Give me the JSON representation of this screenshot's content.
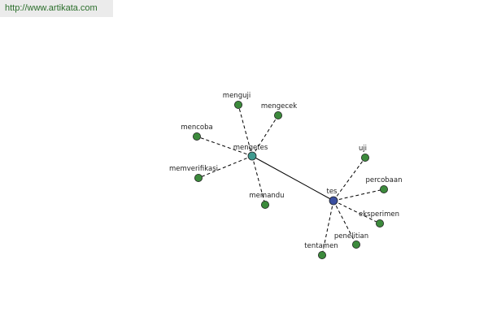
{
  "source_url": "http://www.artikata.com",
  "colors": {
    "hub_main": "#3a4fa0",
    "hub_secondary": "#3f9a8f",
    "leaf": "#3c8a3c",
    "source_text": "#2a6e2a"
  },
  "nodes": [
    {
      "id": "tes",
      "label": "tes",
      "kind": "hub_main"
    },
    {
      "id": "mengetes",
      "label": "mengetes",
      "kind": "hub_secondary"
    },
    {
      "id": "menguji",
      "label": "menguji",
      "kind": "leaf"
    },
    {
      "id": "mengecek",
      "label": "mengecek",
      "kind": "leaf"
    },
    {
      "id": "mencoba",
      "label": "mencoba",
      "kind": "leaf"
    },
    {
      "id": "memverifikasi",
      "label": "memverifikasi",
      "kind": "leaf"
    },
    {
      "id": "memandu",
      "label": "memandu",
      "kind": "leaf"
    },
    {
      "id": "uji",
      "label": "uji",
      "kind": "leaf"
    },
    {
      "id": "percobaan",
      "label": "percobaan",
      "kind": "leaf"
    },
    {
      "id": "eksperimen",
      "label": "eksperimen",
      "kind": "leaf"
    },
    {
      "id": "penelitian",
      "label": "penelitian",
      "kind": "leaf"
    },
    {
      "id": "tentamen",
      "label": "tentamen",
      "kind": "leaf"
    }
  ],
  "edges": [
    {
      "from": "tes",
      "to": "mengetes",
      "style": "solid"
    },
    {
      "from": "mengetes",
      "to": "menguji",
      "style": "dashed"
    },
    {
      "from": "mengetes",
      "to": "mengecek",
      "style": "dashed"
    },
    {
      "from": "mengetes",
      "to": "mencoba",
      "style": "dashed"
    },
    {
      "from": "mengetes",
      "to": "memverifikasi",
      "style": "dashed"
    },
    {
      "from": "mengetes",
      "to": "memandu",
      "style": "dashed"
    },
    {
      "from": "tes",
      "to": "uji",
      "style": "dashed"
    },
    {
      "from": "tes",
      "to": "percobaan",
      "style": "dashed"
    },
    {
      "from": "tes",
      "to": "eksperimen",
      "style": "dashed"
    },
    {
      "from": "tes",
      "to": "penelitian",
      "style": "dashed"
    },
    {
      "from": "tes",
      "to": "tentamen",
      "style": "dashed"
    }
  ]
}
